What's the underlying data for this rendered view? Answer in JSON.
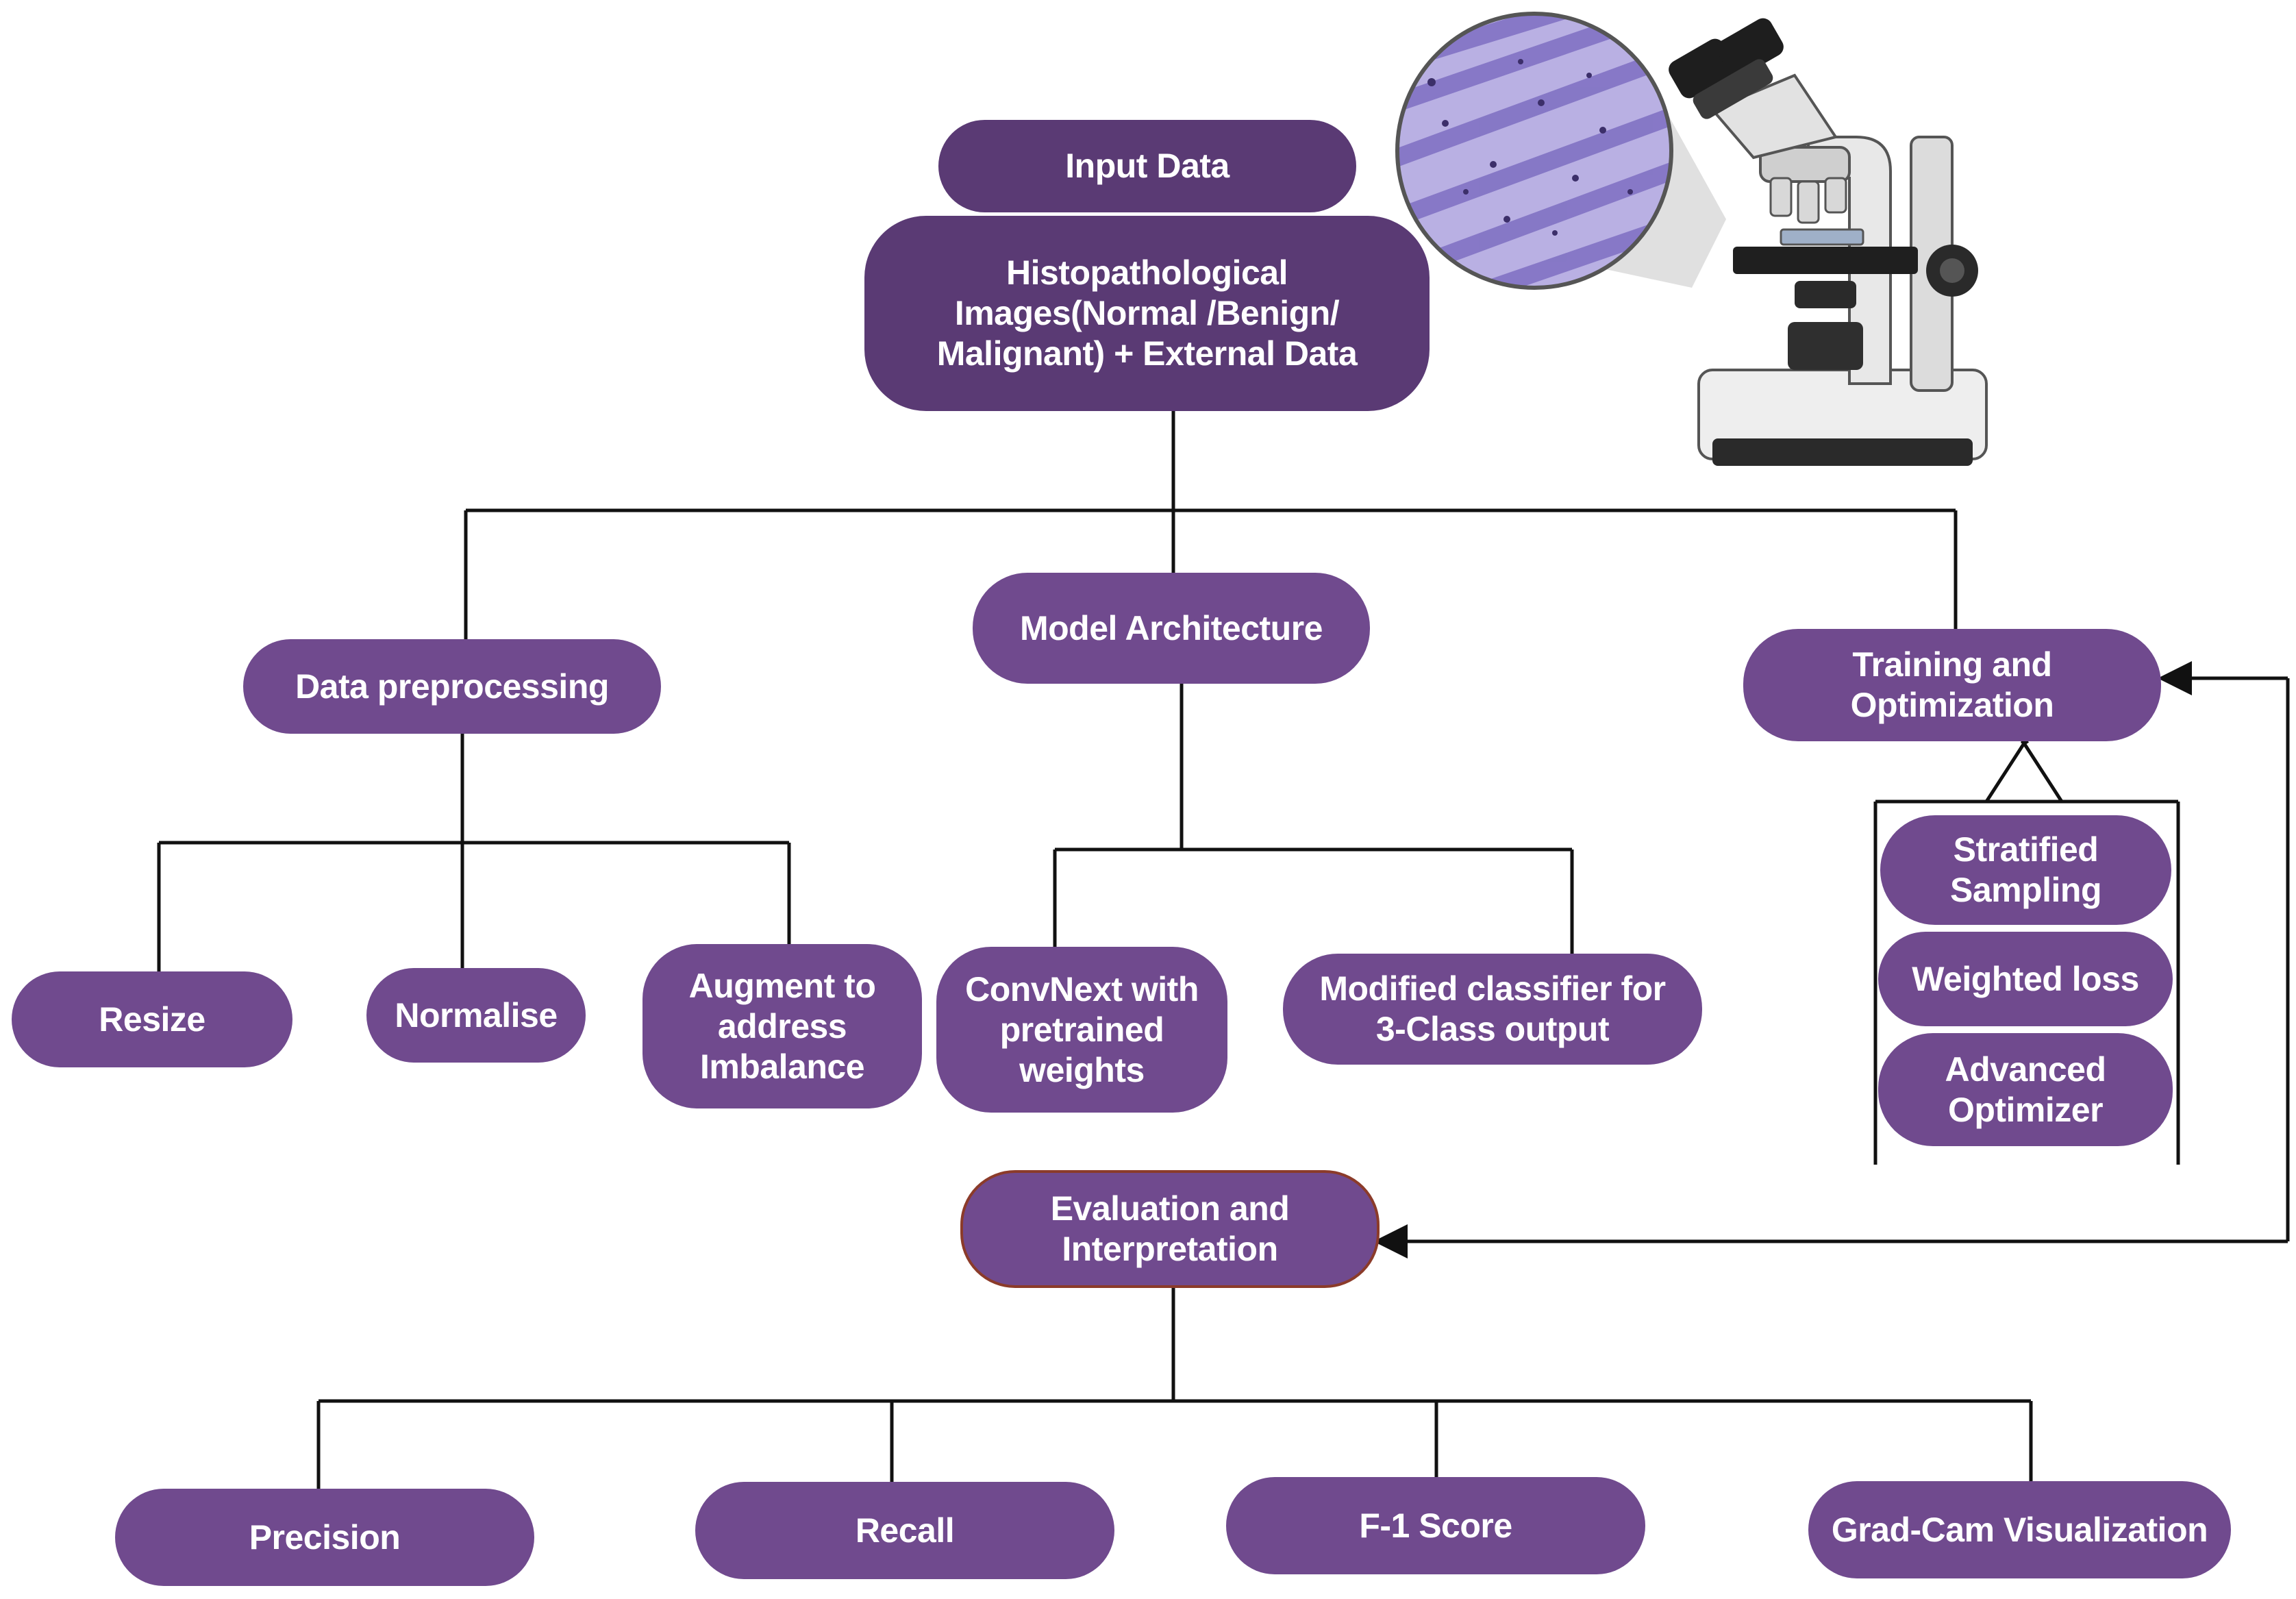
{
  "nodes": {
    "input_data": "Input Data",
    "histo": "Histopathological\nImages(Normal /Benign/\nMalignant) + External Data",
    "data_preprocessing": "Data preprocessing",
    "model_architecture": "Model Architecture",
    "training": "Training and\nOptimization",
    "resize": "Resize",
    "normalise": "Normalise",
    "augment": "Augment to\naddress\nImbalance",
    "convnext": "ConvNext  with\npretrained\nweights",
    "modified_classifier": "Modified classifier for\n3-Class output",
    "stratified": "Stratified\nSampling",
    "weighted_loss": "Weighted loss",
    "advanced_optimizer": "Advanced\nOptimizer",
    "evaluation": "Evaluation and\nInterpretation",
    "precision": "Precision",
    "recall": "Recall",
    "f1": "F-1 Score",
    "gradcam": "Grad-Cam Visualization"
  },
  "colors": {
    "node_fill": "#704a8e",
    "node_fill_dark": "#5a3a74",
    "line": "#111111",
    "tissue": "#9b8fd0"
  },
  "icons": [
    "microscope-icon",
    "magnified-tissue-icon"
  ]
}
